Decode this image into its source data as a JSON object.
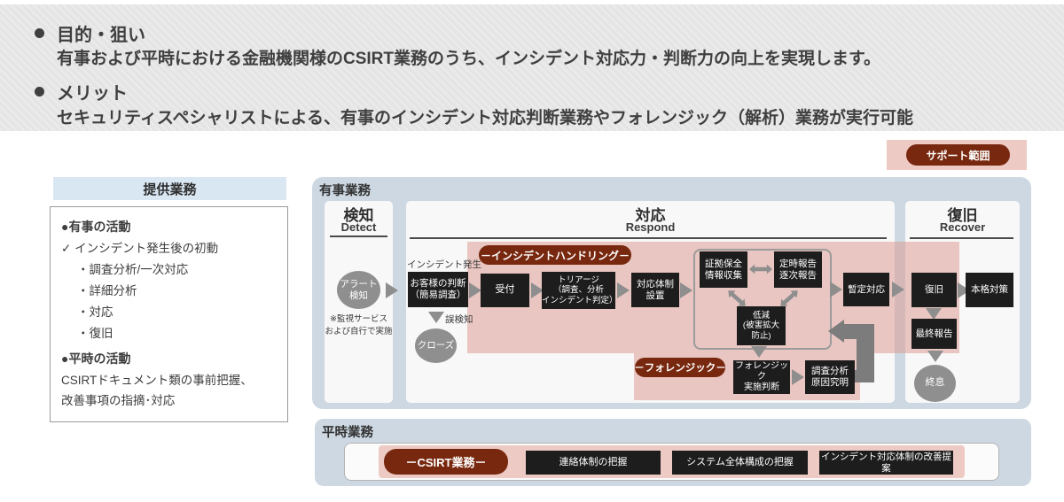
{
  "banner": {
    "items": [
      {
        "title": "目的・狙い",
        "body": "有事および平時における金融機関様のCSIRT業務のうち、インシデント対応力・判断力の向上を実現します。"
      },
      {
        "title": "メリット",
        "body": "セキュリティスペシャリストによる、有事のインシデント対応判断業務やフォレンジック（解析）業務が実行可能"
      }
    ]
  },
  "legend": {
    "label": "サポート範囲"
  },
  "sidebar": {
    "title": "提供業務",
    "emergency_heading": "●有事の活動",
    "check_icon": "✓",
    "check_label": "インシデント発生後の初動",
    "bullet_icon": "・",
    "bullets": [
      "調査分析/一次対応",
      "詳細分析",
      "対応",
      "復旧"
    ],
    "normal_heading": "●平時の活動",
    "normal_line1": "CSIRTドキュメント類の事前把握、",
    "normal_line2": "改善事項の指摘･対応"
  },
  "emergency": {
    "title": "有事業務",
    "detect": {
      "jp": "検知",
      "en": "Detect"
    },
    "respond": {
      "jp": "対応",
      "en": "Respond"
    },
    "recover": {
      "jp": "復旧",
      "en": "Recover"
    },
    "incident_handling_badge": "－インシデントハンドリング－",
    "forensic_badge": "－フォレンジック－",
    "nodes": {
      "alert": "アラート\n検知",
      "monitor_note": "※監視サービス\nおよび自行で実施",
      "incident_occur": "インシデント発生",
      "customer_judge": "お客様の判断\n（簡易調査）",
      "false_detect": "誤検知",
      "close": "クローズ",
      "reception": "受付",
      "triage": "トリアージ\n（調査、分析\nインシデント判定）",
      "setup": "対応体制\n設置",
      "evidence": "証拠保全\n情報収集",
      "report": "定時報告\n逐次報告",
      "mitigation": "低減\n(被害拡大\n防止)",
      "provisional": "暫定対応",
      "recovery": "復旧",
      "full_measure": "本格対策",
      "final_report": "最終報告",
      "end": "終息",
      "forensic_decision": "フォレンジック\n実施判断",
      "analysis": "調査分析\n原因究明"
    }
  },
  "normal": {
    "title": "平時業務",
    "badge": "－CSIRT業務－",
    "items": [
      "連絡体制の把握",
      "システム全体構成の把握",
      "インシデント対応体制の改善提案"
    ]
  },
  "colors": {
    "panel": "#cdd8e2",
    "pink": "#eecac5",
    "dark_box": "#1d1d1d",
    "dark_red": "#78280f",
    "gray": "#8e8e8e",
    "header_blue": "#d9e7f3"
  }
}
